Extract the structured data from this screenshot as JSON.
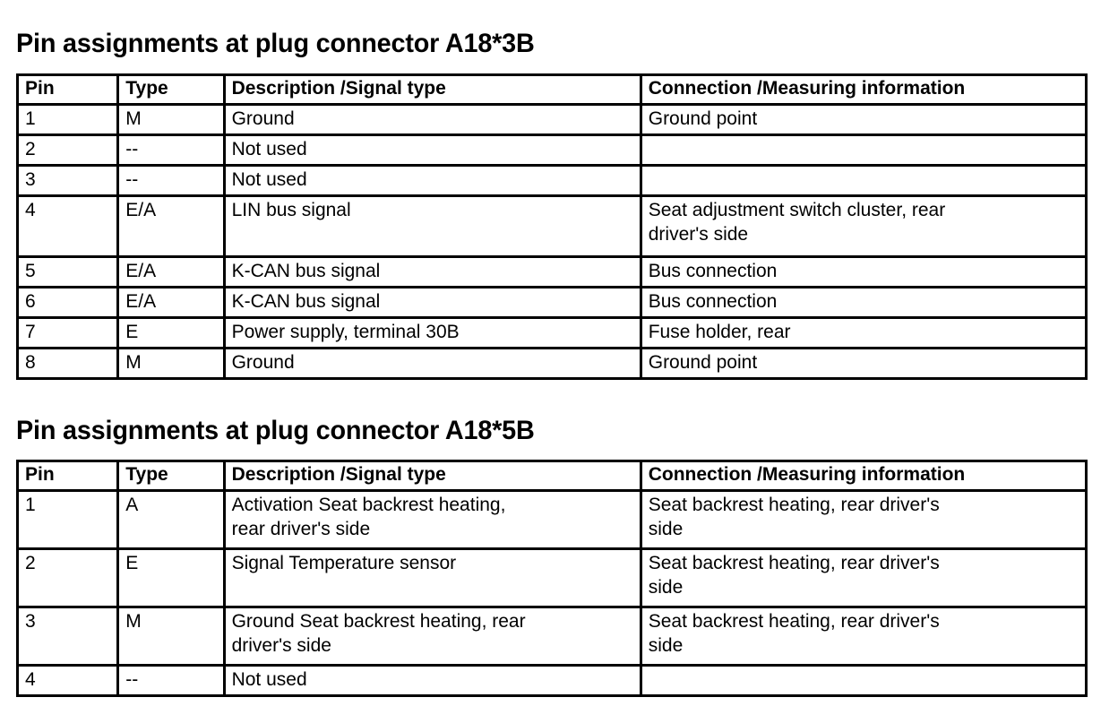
{
  "sections": [
    {
      "title": "Pin assignments at plug connector A18*3B",
      "columns": [
        "Pin",
        "Type",
        "Description /Signal type",
        "Connection /Measuring information"
      ],
      "rows": [
        {
          "pin": "1",
          "type": "M",
          "description": "Ground",
          "connection": "Ground point",
          "tall": false
        },
        {
          "pin": "2",
          "type": "--",
          "description": "Not used",
          "connection": "",
          "tall": false
        },
        {
          "pin": "3",
          "type": "--",
          "description": "Not used",
          "connection": "",
          "tall": false
        },
        {
          "pin": "4",
          "type": "E/A",
          "description": "LIN bus signal",
          "connection": "Seat adjustment switch cluster, rear\ndriver's side",
          "tall": true
        },
        {
          "pin": "5",
          "type": "E/A",
          "description": "K-CAN bus signal",
          "connection": "Bus connection",
          "tall": false
        },
        {
          "pin": "6",
          "type": "E/A",
          "description": "K-CAN bus signal",
          "connection": "Bus connection",
          "tall": false
        },
        {
          "pin": "7",
          "type": "E",
          "description": "Power supply, terminal 30B",
          "connection": "Fuse holder, rear",
          "tall": false
        },
        {
          "pin": "8",
          "type": "M",
          "description": "Ground",
          "connection": "Ground point",
          "tall": false
        }
      ]
    },
    {
      "title": "Pin assignments at plug connector A18*5B",
      "columns": [
        "Pin",
        "Type",
        "Description /Signal type",
        "Connection /Measuring information"
      ],
      "rows": [
        {
          "pin": "1",
          "type": "A",
          "description": "Activation Seat backrest heating,\nrear driver's side",
          "connection": "Seat backrest heating, rear driver's\nside",
          "tall": true
        },
        {
          "pin": "2",
          "type": "E",
          "description": "Signal Temperature sensor",
          "connection": "Seat backrest heating, rear driver's\nside",
          "tall": true
        },
        {
          "pin": "3",
          "type": "M",
          "description": "Ground Seat backrest heating, rear\ndriver's side",
          "connection": "Seat backrest heating, rear driver's\nside",
          "tall": true
        },
        {
          "pin": "4",
          "type": "--",
          "description": "Not used",
          "connection": "",
          "tall": false
        }
      ]
    }
  ],
  "colors": {
    "text": "#000000",
    "background": "#ffffff",
    "border": "#000000"
  }
}
